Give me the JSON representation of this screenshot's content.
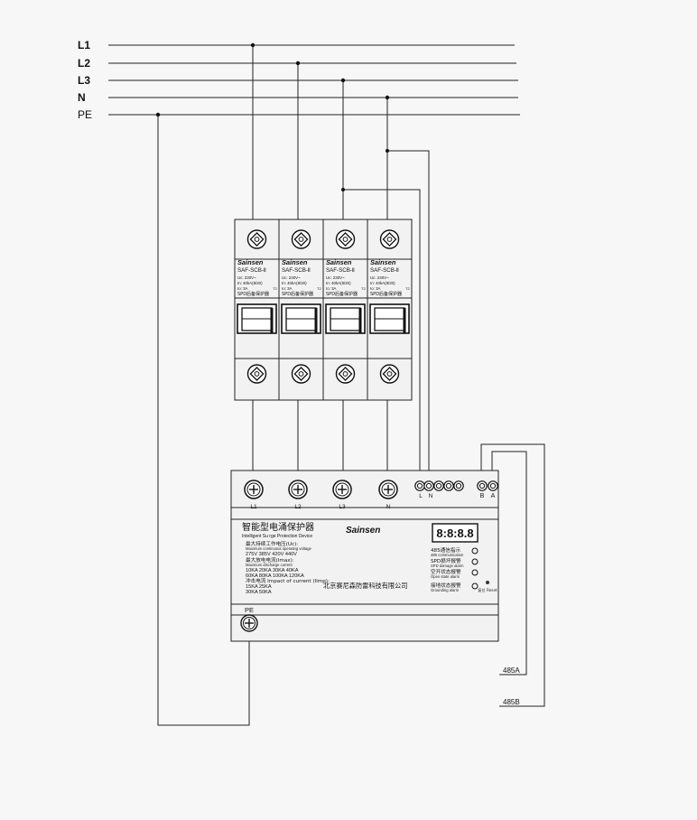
{
  "bus_labels": [
    "L1",
    "L2",
    "L3",
    "N",
    "PE"
  ],
  "modules": {
    "brand": "Sainsen",
    "model": "SAF-SCB-Ⅱ",
    "uc": "Uc:  230V~",
    "in": "In:   40kA(8/20)",
    "io": "Io:   3A",
    "t2": "T2",
    "caption": "SPD后备保护器"
  },
  "protector": {
    "terminals": [
      "L1",
      "L2",
      "L3",
      "N"
    ],
    "small_terminals": [
      "L",
      "N"
    ],
    "comm_terminals": [
      "B",
      "A"
    ],
    "title_cn": "智能型电涌保护器",
    "title_en": "Intelligent Su rge Protection Device",
    "brand": "Sainsen",
    "uc_cn": "最大持续工作电压(Uc):",
    "uc_en": "Maximum continuous operating voltage",
    "uc_opts": "275V  385V  420V  440V",
    "imax_cn": "最大放电电流(Imax):",
    "imax_en": "Maximum discharge current",
    "imax_opts1": "10KA  20KA  30KA  40KA",
    "imax_opts2": "60KA  80KA  100KA  120KA",
    "iimp_cn": "冲击电流 Impact of current  (Iimp):",
    "iimp_opts1": "15KA  25KA",
    "iimp_opts2": "30KA  50KA",
    "display": "8:8:8.8",
    "status": [
      {
        "cn": "485通信指示",
        "en": "485 communication"
      },
      {
        "cn": "SPD损坏报警",
        "en": "SPD damage alarm"
      },
      {
        "cn": "空开状态报警",
        "en": "Open state alarm"
      },
      {
        "cn": "接地状态报警",
        "en": "Grounding alarm"
      }
    ],
    "reset": "复位 Reset",
    "company": "北京赛尼森防雷科技有限公司",
    "pe_label": "PE"
  },
  "comm_labels": [
    "485A",
    "485B"
  ]
}
